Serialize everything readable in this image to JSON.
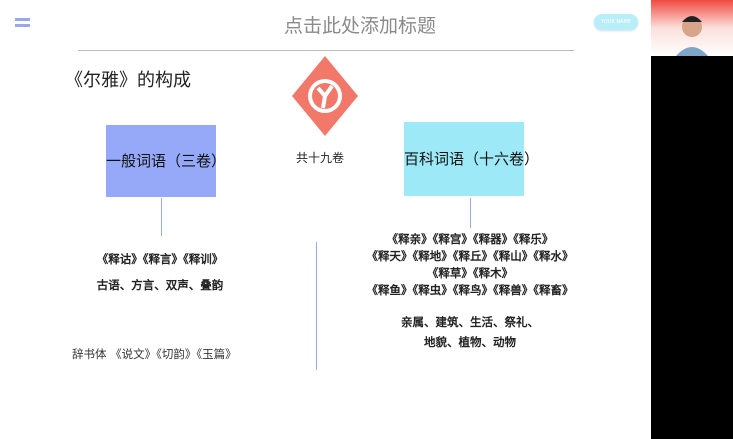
{
  "header": {
    "title": "点击此处添加标题",
    "name_button": "YOUR NAME"
  },
  "slide": {
    "heading": "《尔雅》的构成",
    "left_box": "一般词语（三卷）",
    "middle": "共十九卷",
    "right_box": "百科词语（十六卷）",
    "left_books": "《释诂》《释言》《释训》",
    "left_topics": "古语、方言、双声、叠韵",
    "left_note": "辞书体 《说文》《切韵》《玉篇》",
    "right_books": [
      "《释亲》《释宫》《释器》《释乐》",
      "《释天》《释地》《释丘》《释山》《释水》",
      "《释草》《释木》",
      "《释鱼》《释虫》《释鸟》《释兽》《释畜》"
    ],
    "right_topics": [
      "亲属、建筑、生活、祭礼、",
      "地貌、植物、动物"
    ]
  },
  "colors": {
    "left_box": "#96a9f8",
    "right_box": "#9de9f7",
    "logo": "#f2786a"
  }
}
